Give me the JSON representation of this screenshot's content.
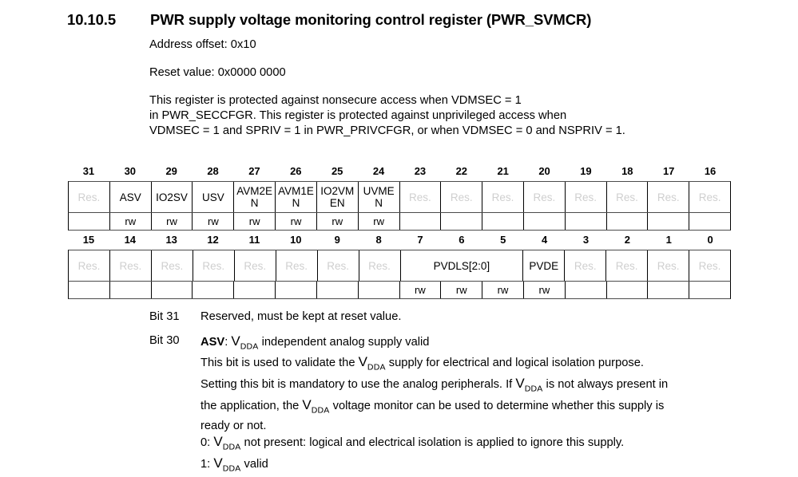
{
  "heading": {
    "number": "10.10.5",
    "title": "PWR supply voltage monitoring control register (PWR_SVMCR)"
  },
  "meta": {
    "address_offset": "Address offset: 0x10",
    "reset_value": "Reset value: 0x0000 0000",
    "protection_lines": [
      "This register is protected against nonsecure access when VDMSEC = 1",
      "in PWR_SECCFGR. This register is protected against unprivileged access when",
      "VDMSEC = 1 and SPRIV = 1 in PWR_PRIVCFGR, or when VDMSEC = 0 and NSPRIV = 1."
    ]
  },
  "register": {
    "high": {
      "bit_numbers": [
        "31",
        "30",
        "29",
        "28",
        "27",
        "26",
        "25",
        "24",
        "23",
        "22",
        "21",
        "20",
        "19",
        "18",
        "17",
        "16"
      ],
      "fields": [
        {
          "name": "Res.",
          "reserved": true,
          "access": ""
        },
        {
          "name": "ASV",
          "reserved": false,
          "access": "rw"
        },
        {
          "name": "IO2SV",
          "reserved": false,
          "access": "rw"
        },
        {
          "name": "USV",
          "reserved": false,
          "access": "rw"
        },
        {
          "name": "AVM2E\nN",
          "reserved": false,
          "access": "rw"
        },
        {
          "name": "AVM1E\nN",
          "reserved": false,
          "access": "rw"
        },
        {
          "name": "IO2VM\nEN",
          "reserved": false,
          "access": "rw"
        },
        {
          "name": "UVME\nN",
          "reserved": false,
          "access": "rw"
        },
        {
          "name": "Res.",
          "reserved": true,
          "access": ""
        },
        {
          "name": "Res.",
          "reserved": true,
          "access": ""
        },
        {
          "name": "Res.",
          "reserved": true,
          "access": ""
        },
        {
          "name": "Res.",
          "reserved": true,
          "access": ""
        },
        {
          "name": "Res.",
          "reserved": true,
          "access": ""
        },
        {
          "name": "Res.",
          "reserved": true,
          "access": ""
        },
        {
          "name": "Res.",
          "reserved": true,
          "access": ""
        },
        {
          "name": "Res.",
          "reserved": true,
          "access": ""
        }
      ]
    },
    "low": {
      "bit_numbers": [
        "15",
        "14",
        "13",
        "12",
        "11",
        "10",
        "9",
        "8",
        "7",
        "6",
        "5",
        "4",
        "3",
        "2",
        "1",
        "0"
      ],
      "fields": [
        {
          "name": "Res.",
          "reserved": true,
          "span": 1,
          "access": ""
        },
        {
          "name": "Res.",
          "reserved": true,
          "span": 1,
          "access": ""
        },
        {
          "name": "Res.",
          "reserved": true,
          "span": 1,
          "access": ""
        },
        {
          "name": "Res.",
          "reserved": true,
          "span": 1,
          "access": ""
        },
        {
          "name": "Res.",
          "reserved": true,
          "span": 1,
          "access": ""
        },
        {
          "name": "Res.",
          "reserved": true,
          "span": 1,
          "access": ""
        },
        {
          "name": "Res.",
          "reserved": true,
          "span": 1,
          "access": ""
        },
        {
          "name": "Res.",
          "reserved": true,
          "span": 1,
          "access": ""
        },
        {
          "name": "PVDLS[2:0]",
          "reserved": false,
          "span": 3,
          "access": ""
        },
        {
          "name": "PVDE",
          "reserved": false,
          "span": 1,
          "access": ""
        },
        {
          "name": "Res.",
          "reserved": true,
          "span": 1,
          "access": ""
        },
        {
          "name": "Res.",
          "reserved": true,
          "span": 1,
          "access": ""
        },
        {
          "name": "Res.",
          "reserved": true,
          "span": 1,
          "access": ""
        },
        {
          "name": "Res.",
          "reserved": true,
          "span": 1,
          "access": ""
        }
      ],
      "access_row": [
        "",
        "",
        "",
        "",
        "",
        "",
        "",
        "",
        "rw",
        "rw",
        "rw",
        "rw",
        "",
        "",
        "",
        ""
      ]
    }
  },
  "bit_descriptions": {
    "bit31": {
      "label": "Bit 31",
      "text": "Reserved, must be kept at reset value."
    },
    "bit30": {
      "label": "Bit 30",
      "name": "ASV",
      "colon": ":",
      "v": "V",
      "sub": "DDA",
      "title_rest": " independent analog supply valid",
      "body": [
        {
          "pre": "This bit is used to validate the ",
          "v": "V",
          "sub": "DDA",
          "post": " supply for electrical and logical isolation purpose."
        },
        {
          "pre": "Setting this bit is mandatory to use the analog peripherals. If ",
          "v": "V",
          "sub": "DDA",
          "post": " is not always present in"
        },
        {
          "pre": "the application, the ",
          "v": "V",
          "sub": "DDA",
          "post": " voltage monitor can be used to determine whether this supply is"
        },
        {
          "pre": "ready or not.",
          "v": "",
          "sub": "",
          "post": ""
        },
        {
          "pre": "0: ",
          "v": "V",
          "sub": "DDA",
          "post": " not present: logical and electrical isolation is applied to ignore this supply."
        },
        {
          "pre": "1: ",
          "v": "V",
          "sub": "DDA",
          "post": " valid"
        }
      ]
    }
  }
}
